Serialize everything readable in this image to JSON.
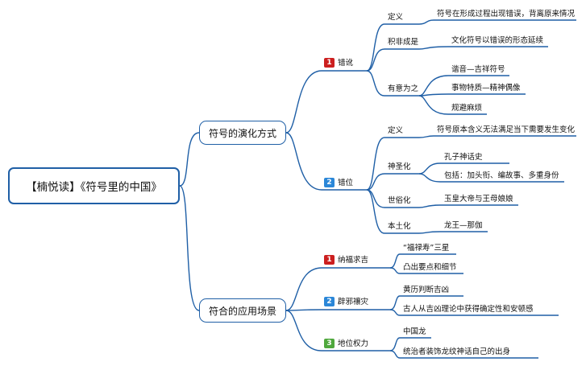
{
  "root": "【楠悦读】《符号里的中国》",
  "branches": [
    {
      "label": "符号的演化方式",
      "children": [
        {
          "badge": "1",
          "label": "错讹",
          "children": [
            {
              "label": "定义",
              "children": [
                "符号在形成过程出现错误，背离原来情况"
              ]
            },
            {
              "label": "积非成是",
              "children": [
                "文化符号以错误的形态延续"
              ]
            },
            {
              "label": "有意为之",
              "children": [
                "谐音—吉祥符号",
                "事物特质—精神偶像",
                "规避麻烦"
              ]
            }
          ]
        },
        {
          "badge": "2",
          "label": "错位",
          "children": [
            {
              "label": "定义",
              "children": [
                "符号原本含义无法满足当下需要发生变化"
              ]
            },
            {
              "label": "神圣化",
              "children": [
                "孔子神话史",
                "包括：加头衔、编故事、多重身份"
              ]
            },
            {
              "label": "世俗化",
              "children": [
                "玉皇大帝与王母娘娘"
              ]
            },
            {
              "label": "本土化",
              "children": [
                "龙王—那伽"
              ]
            }
          ]
        }
      ]
    },
    {
      "label": "符合的应用场景",
      "children": [
        {
          "badge": "1",
          "label": "纳福求吉",
          "children": [
            "“福禄寿”三星",
            "凸出要点和细节"
          ]
        },
        {
          "badge": "2",
          "label": "辟邪禳灾",
          "children": [
            "黄历判断吉凶",
            "古人从吉凶理论中获得确定性和安顿感"
          ]
        },
        {
          "badge": "3",
          "label": "地位权力",
          "children": [
            "中国龙",
            "统治者装饰龙纹神话自己的出身"
          ]
        }
      ]
    }
  ],
  "colors": {
    "line": "#1f5fa6",
    "badge_red": "#cc1f1f",
    "badge_blue": "#2b87d8",
    "badge_green": "#4fa83d"
  }
}
